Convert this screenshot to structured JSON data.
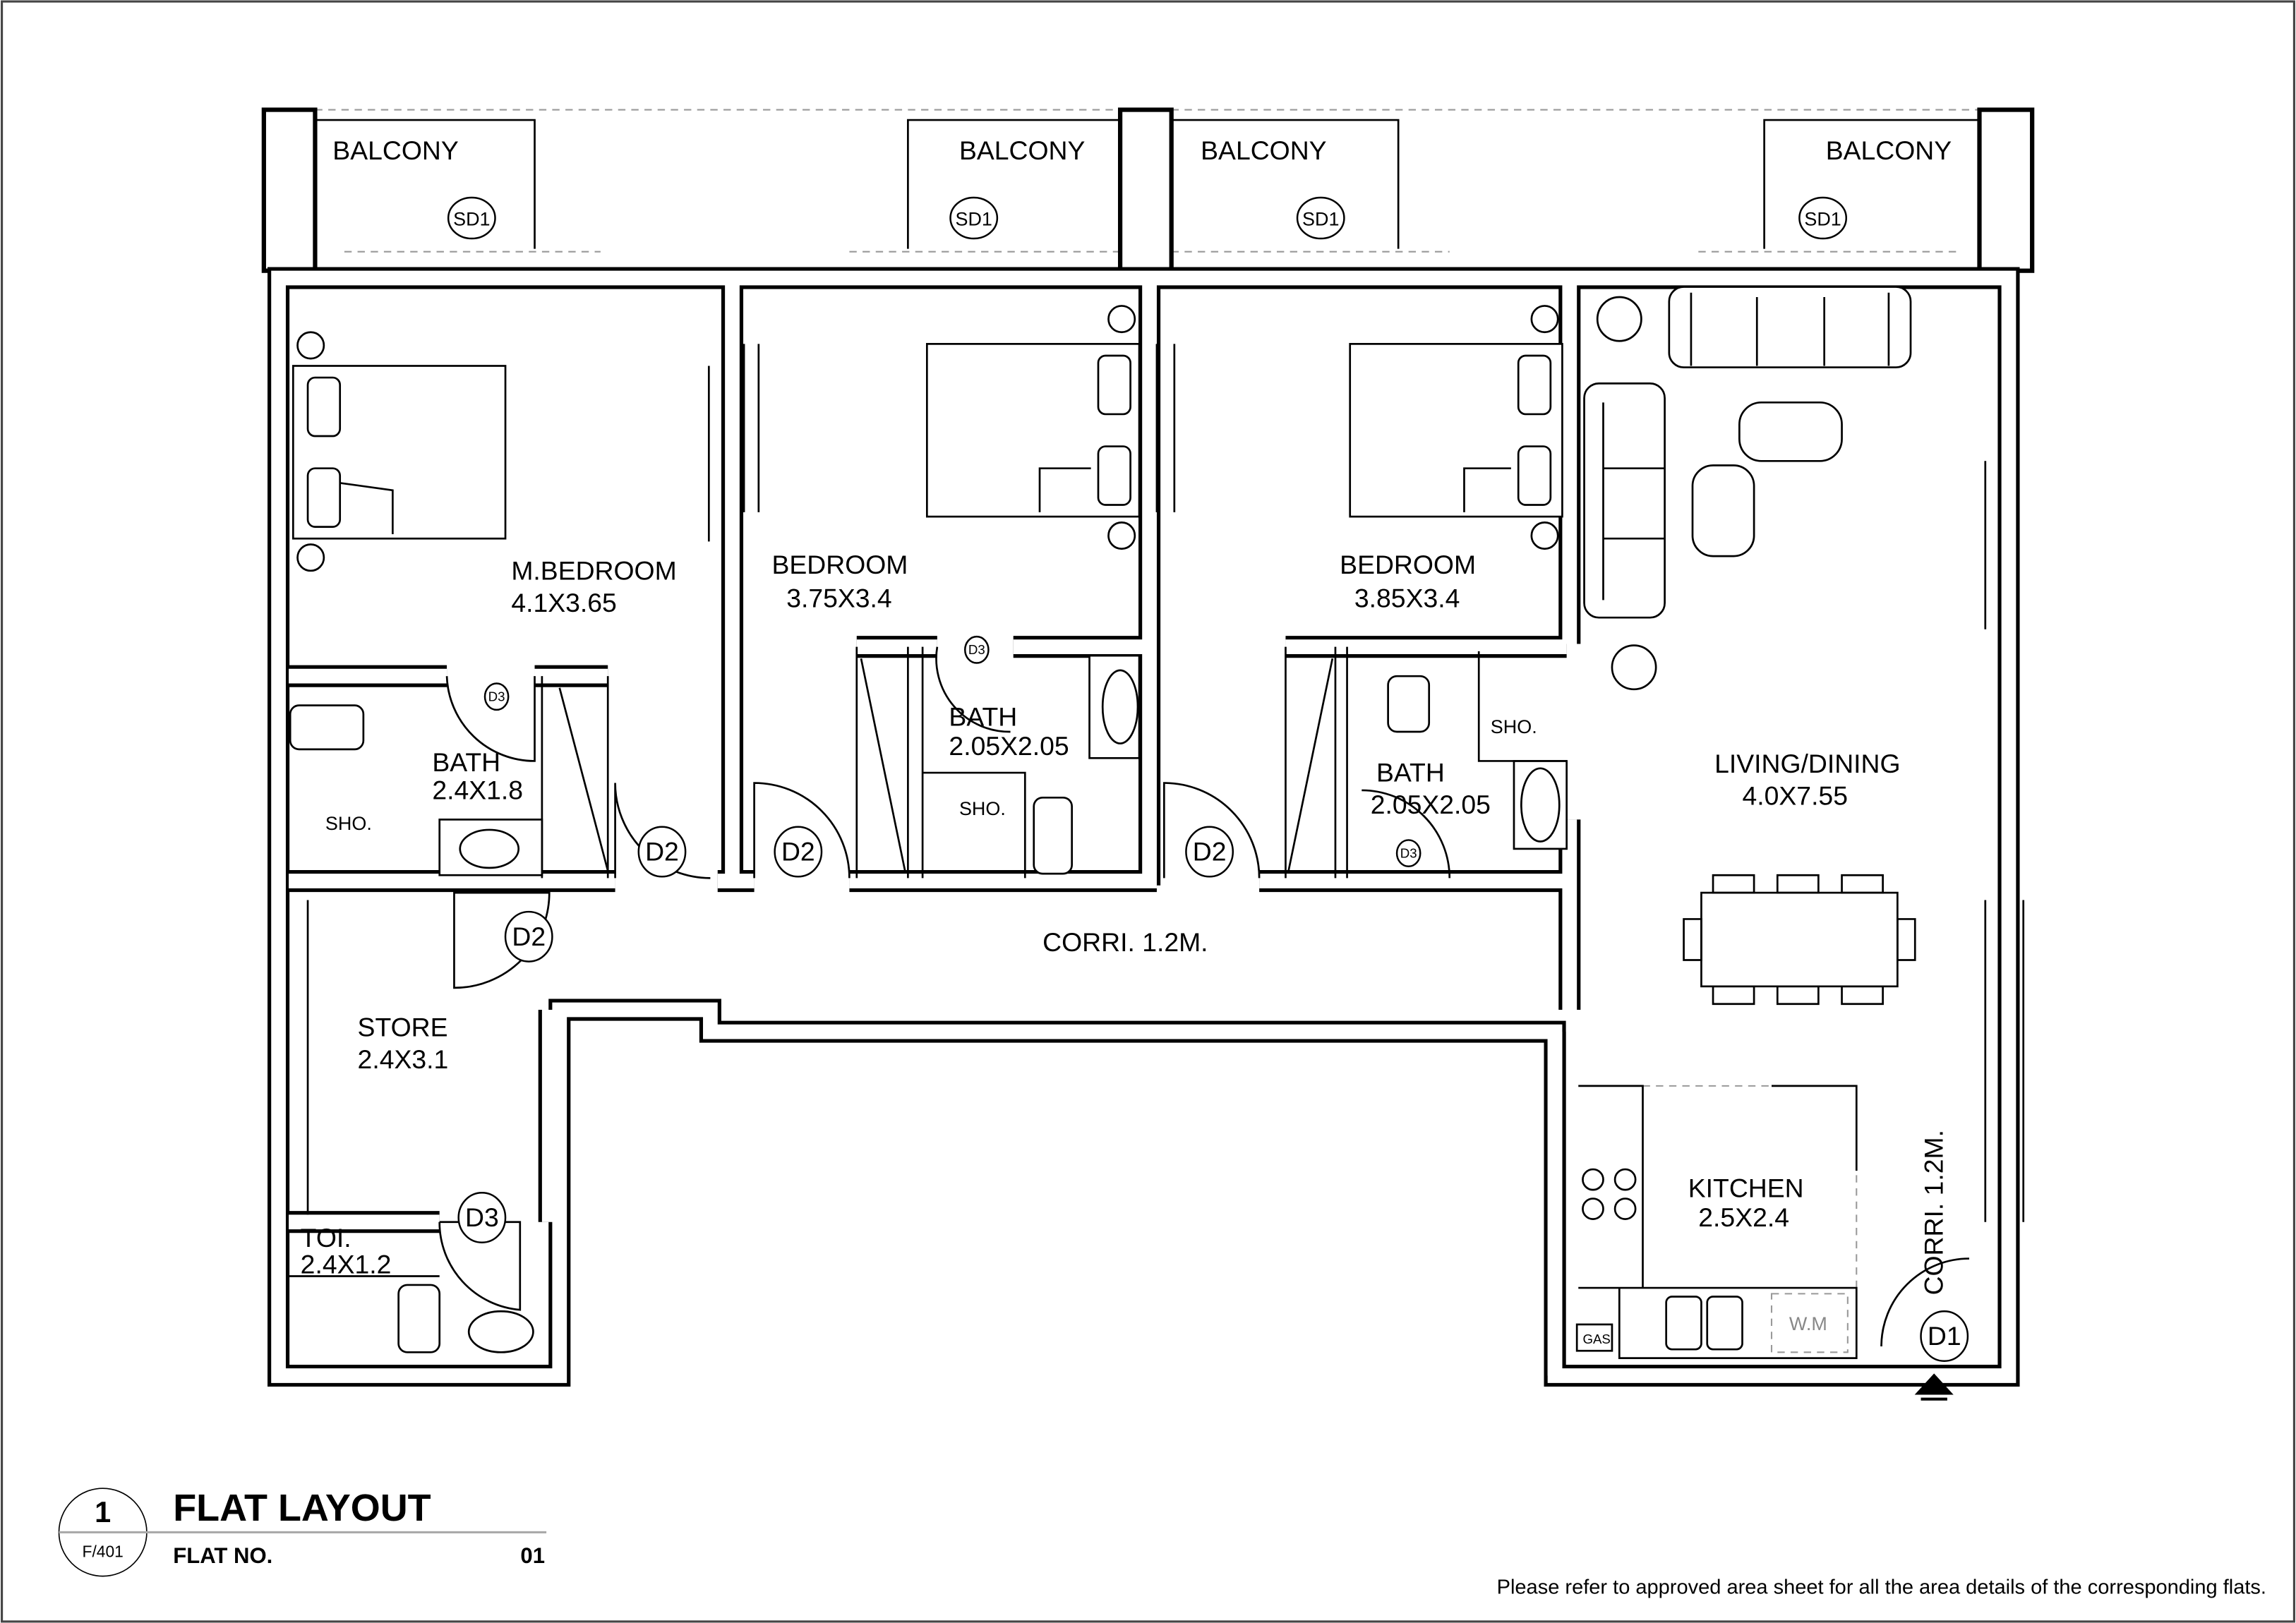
{
  "rooms": {
    "balconies": [
      "BALCONY",
      "BALCONY",
      "BALCONY",
      "BALCONY"
    ],
    "sliding_doors": [
      "SD1",
      "SD1",
      "SD1",
      "SD1"
    ],
    "master_bedroom": {
      "name": "M.BEDROOM",
      "size": "4.1X3.65"
    },
    "bedroom_2": {
      "name": "BEDROOM",
      "size": "3.75X3.4"
    },
    "bedroom_3": {
      "name": "BEDROOM",
      "size": "3.85X3.4"
    },
    "bath_1": {
      "name": "BATH",
      "size": "2.4X1.8",
      "shower": "SHO."
    },
    "bath_2": {
      "name": "BATH",
      "size": "2.05X2.05",
      "shower": "SHO."
    },
    "bath_3": {
      "name": "BATH",
      "size": "2.05X2.05",
      "shower": "SHO."
    },
    "corridor": {
      "name": "CORRI. 1.2M."
    },
    "corridor_entry": {
      "name": "CORRI. 1.2M."
    },
    "store": {
      "name": "STORE",
      "size": "2.4X3.1"
    },
    "toilet": {
      "name": "TOI.",
      "size": "2.4X1.2"
    },
    "living": {
      "name": "LIVING/DINING",
      "size": "4.0X7.55"
    },
    "kitchen": {
      "name": "KITCHEN",
      "size": "2.5X2.4",
      "gas": "GAS",
      "washer": "W.M"
    }
  },
  "doors": {
    "d2": [
      "D2",
      "D2",
      "D2",
      "D2"
    ],
    "d3": [
      "D3",
      "D3",
      "D3",
      "D3"
    ],
    "d1": "D1"
  },
  "title_block": {
    "drawing_number": "1",
    "sheet": "F/401",
    "title": "FLAT LAYOUT",
    "flat_no_label": "FLAT NO.",
    "flat_no": "01"
  },
  "note": "Please refer to approved area sheet for all the area details of the corresponding flats."
}
